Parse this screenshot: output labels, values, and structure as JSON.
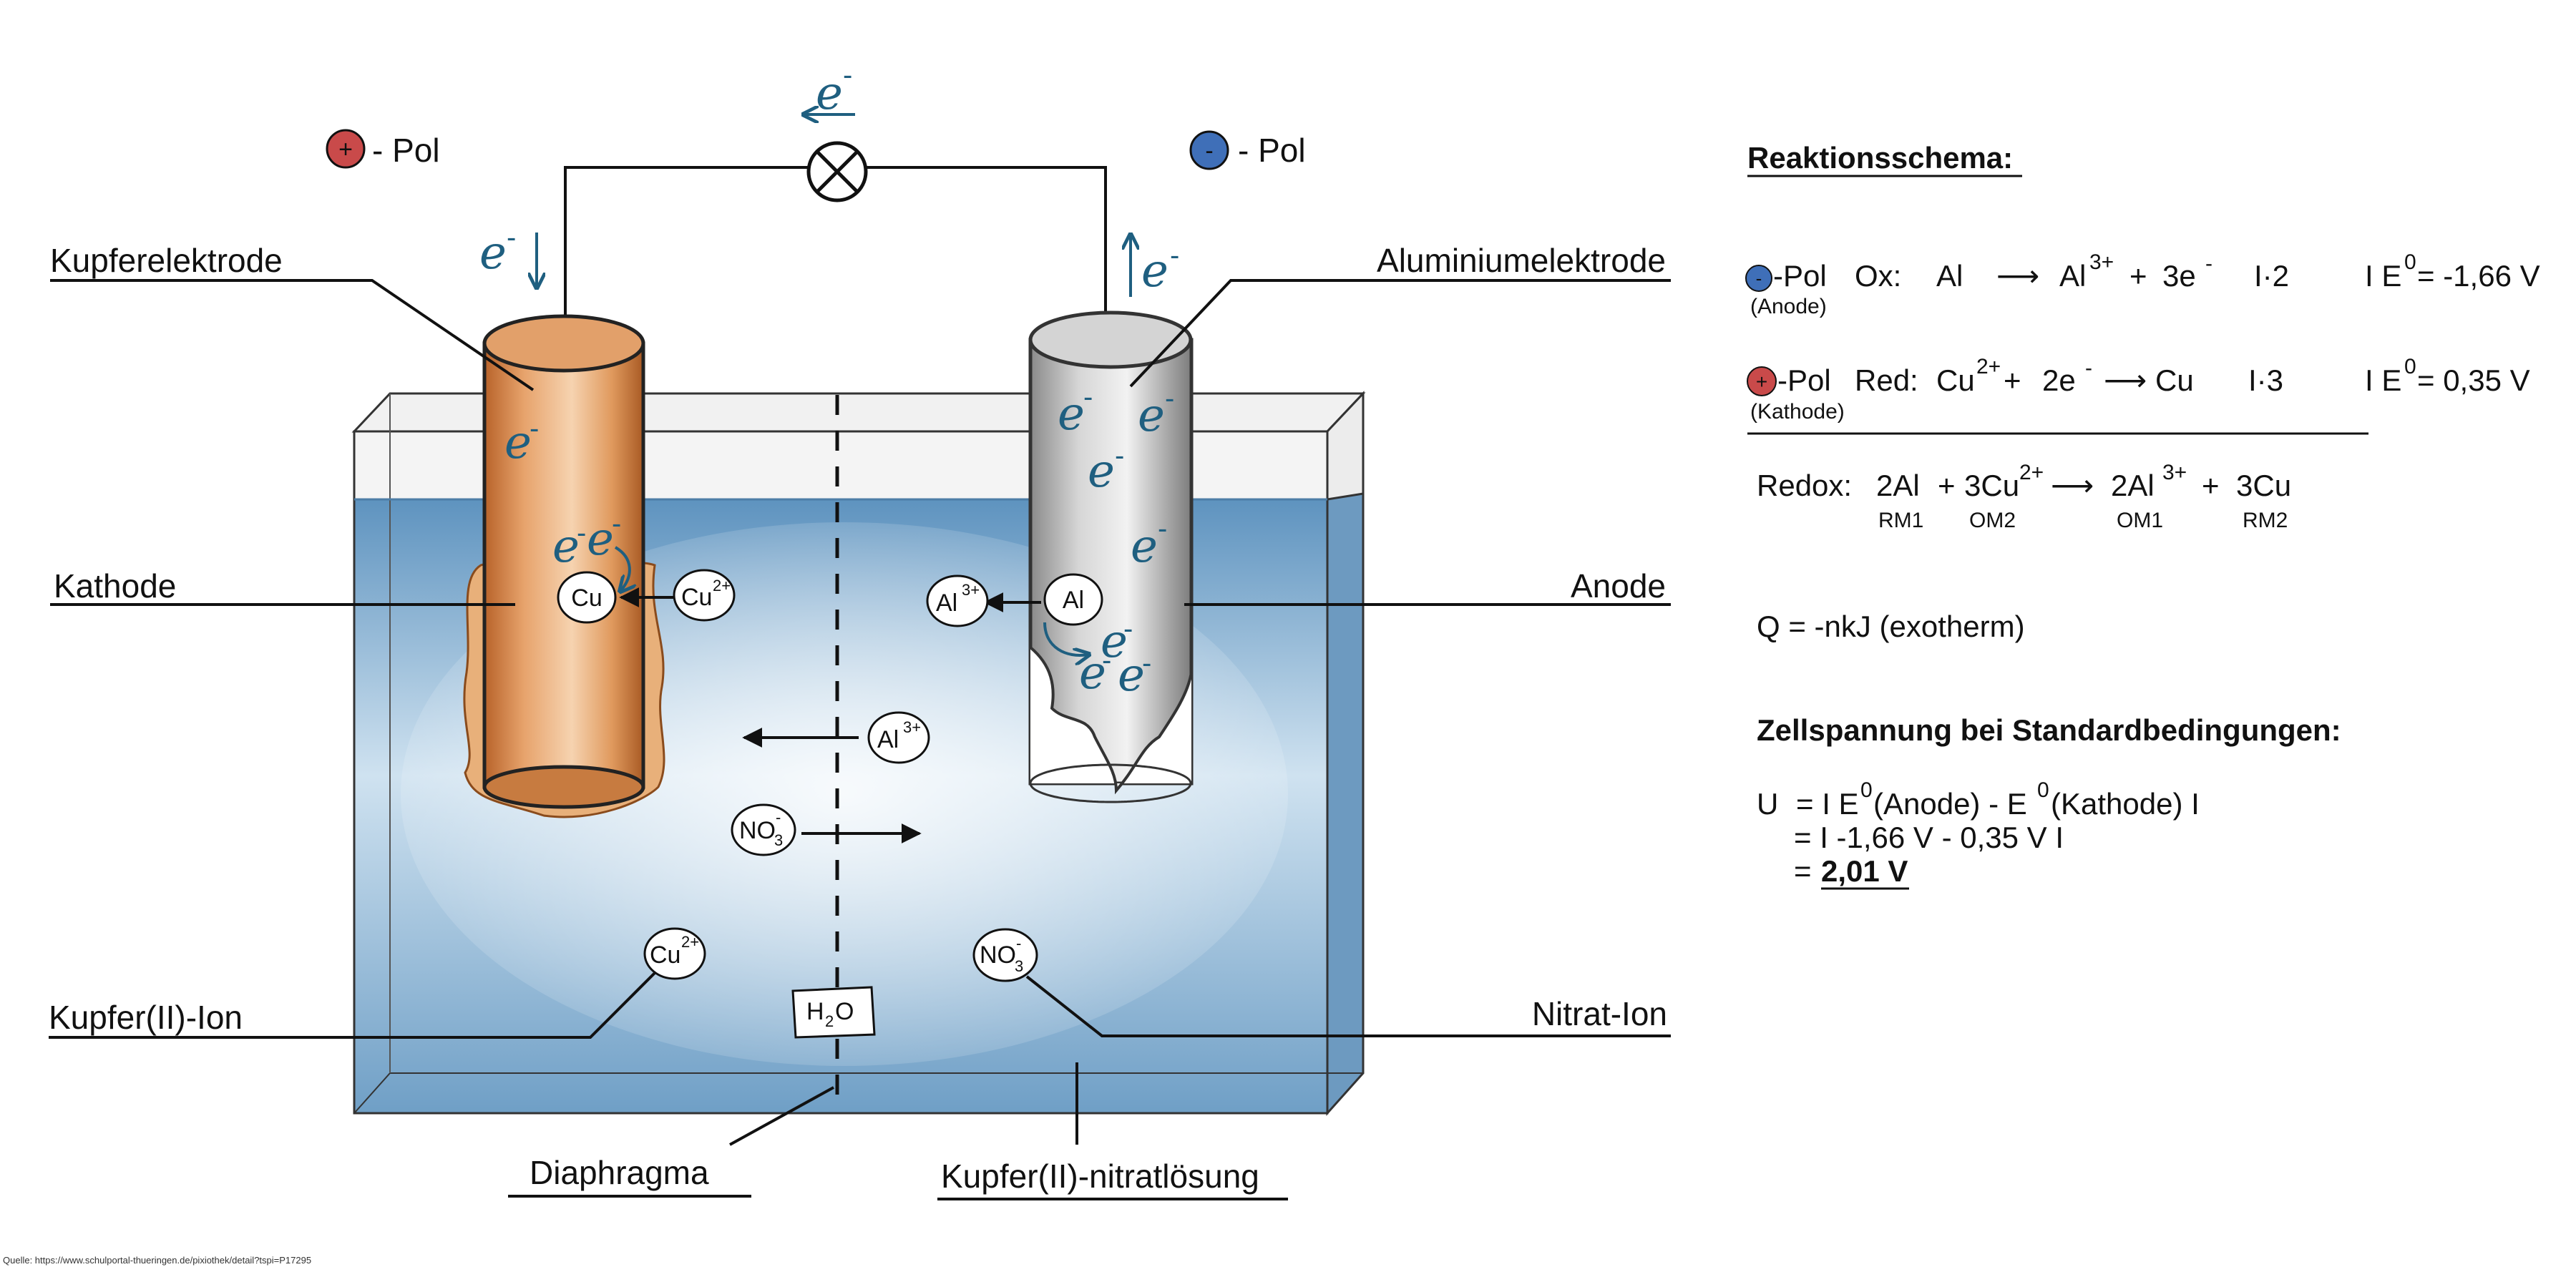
{
  "poles": {
    "plus_symbol": "+",
    "minus_symbol": "-",
    "plus_label": "- Pol",
    "minus_label": "- Pol"
  },
  "wire": {
    "electron_symbol": "e",
    "electron_charge": "-"
  },
  "labels": {
    "kupferelektrode": "Kupferelektrode",
    "aluminiumelektrode": "Aluminiumelektrode",
    "kathode": "Kathode",
    "anode": "Anode",
    "kupfer_ion": "Kupfer(II)-Ion",
    "nitrat_ion": "Nitrat-Ion",
    "diaphragma": "Diaphragma",
    "loesung": "Kupfer(II)-nitratlösung"
  },
  "ions": {
    "cu": "Cu",
    "cu2": "Cu",
    "cu2_charge": "2+",
    "al": "Al",
    "al3": "Al",
    "al3_charge": "3+",
    "no3": "NO",
    "no3_sub": "3",
    "no3_charge": "-",
    "h2o": "H",
    "h2o_sub": "2",
    "h2o_end": "O"
  },
  "schema": {
    "title": "Reaktionsschema:",
    "ox_pol": "-Pol",
    "ox_role": "(Anode)",
    "ox_label": "Ox:",
    "ox_lhs": "Al",
    "arrow": "⟶",
    "ox_prod": "Al",
    "ox_prod_charge": "3+",
    "ox_plus": "+",
    "ox_e": "3e",
    "ox_e_charge": "-",
    "ox_factor": "I·2",
    "ox_potential_pre": "I E",
    "ox_potential_sup": "0",
    "ox_potential_val": "= -1,66 V",
    "red_pol": "-Pol",
    "red_role": "(Kathode)",
    "red_label": "Red:",
    "red_lhs": "Cu",
    "red_lhs_charge": "2+",
    "red_plus": "+",
    "red_e": "2e",
    "red_e_charge": "-",
    "red_prod": "Cu",
    "red_factor": "I·3",
    "red_potential_pre": "I E",
    "red_potential_sup": "0",
    "red_potential_val": "= 0,35 V",
    "redox_label": "Redox:",
    "redox_t1": "2Al",
    "redox_plus1": "+",
    "redox_t2": "3Cu",
    "redox_t2_charge": "2+",
    "redox_t3": "2Al",
    "redox_t3_charge": "3+",
    "redox_plus2": "+",
    "redox_t4": "3Cu",
    "rm1": "RM1",
    "om2": "OM2",
    "om1": "OM1",
    "rm2": "RM2",
    "q_line": "Q = -nkJ (exotherm)",
    "zell_title": "Zellspannung bei Standardbedingungen:",
    "u_label": "U",
    "u_line1_a": "= I E",
    "u_line1_b": "(Anode) - E",
    "u_line1_c": "(Kathode) I",
    "u_sup": "0",
    "u_line2": "= I -1,66 V - 0,35 V I",
    "u_line3_eq": "=",
    "u_result": "2,01 V"
  },
  "source": "Quelle: https://www.schulportal-thueringen.de/pixiothek/detail?tspi=P17295",
  "colors": {
    "plus_pole": "#c94a4a",
    "minus_pole": "#3f6fb8",
    "electron": "#1f5f80",
    "water": "#7fb0d0",
    "copper": "#d99257"
  }
}
